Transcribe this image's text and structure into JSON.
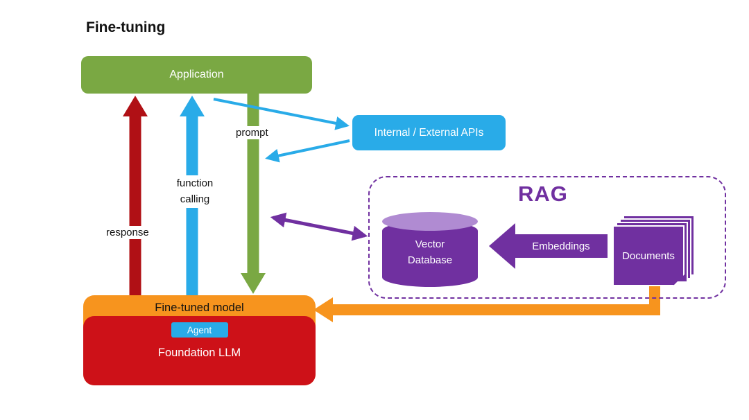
{
  "title": "Fine-tuning",
  "nodes": {
    "application": "Application",
    "apis": "Internal / External APIs",
    "fine_tuned_model": "Fine-tuned model",
    "agent": "Agent",
    "foundation_llm": "Foundation LLM"
  },
  "flow": {
    "response": "response",
    "function_line1": "function",
    "function_line2": "calling",
    "prompt": "prompt"
  },
  "rag": {
    "title": "RAG",
    "vector_line1": "Vector",
    "vector_line2": "Database",
    "embeddings": "Embeddings",
    "documents": "Documents"
  },
  "colors": {
    "green": "#7aa843",
    "blue": "#29abe8",
    "red_arrow": "#b01015",
    "red_box": "#cd1118",
    "orange": "#f7941e",
    "purple": "#7030a0",
    "purple_light": "#b08bd2"
  }
}
